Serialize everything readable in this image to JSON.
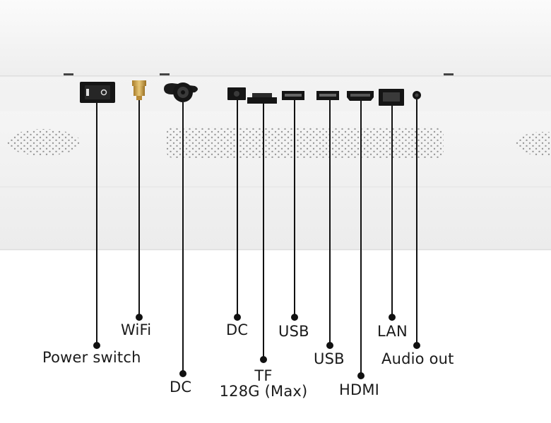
{
  "ports": [
    {
      "id": "power-switch",
      "label": "Power switch"
    },
    {
      "id": "wifi",
      "label": "WiFi"
    },
    {
      "id": "dc-jack-locking",
      "label": "DC"
    },
    {
      "id": "dc-jack",
      "label": "DC"
    },
    {
      "id": "tf-slot",
      "label": "TF",
      "sublabel": "128G (Max)"
    },
    {
      "id": "usb-1",
      "label": "USB"
    },
    {
      "id": "usb-2",
      "label": "USB"
    },
    {
      "id": "hdmi",
      "label": "HDMI"
    },
    {
      "id": "lan",
      "label": "LAN"
    },
    {
      "id": "audio-out",
      "label": "Audio out"
    }
  ],
  "colors": {
    "leader_line": "#111111",
    "label_text": "#1a1a1a",
    "device_panel": "#f3f3f3",
    "port_black": "#151515",
    "antenna_gold": "#c9a24a"
  }
}
